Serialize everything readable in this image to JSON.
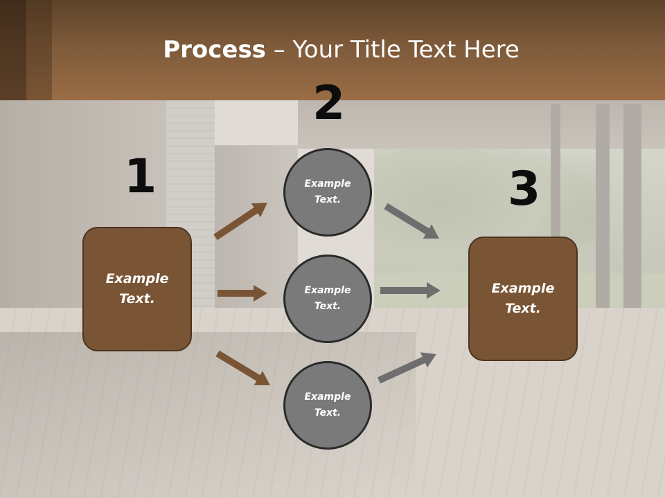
{
  "slide": {
    "title_bold": "Process",
    "title_rest": " – Your Title Text Here"
  },
  "steps": [
    {
      "number": "1",
      "label": "Example\nText."
    },
    {
      "number": "2",
      "items": [
        {
          "label": "Example\nText."
        },
        {
          "label": "Example\nText."
        },
        {
          "label": "Example\nText."
        }
      ]
    },
    {
      "number": "3",
      "label": "Example\nText."
    }
  ],
  "colors": {
    "header": "#7d5a3a",
    "box_fill": "#7a5535",
    "circle_fill": "#7a7a7a",
    "arrow_brown": "#7a5535",
    "arrow_gray": "#6e6e6e"
  }
}
